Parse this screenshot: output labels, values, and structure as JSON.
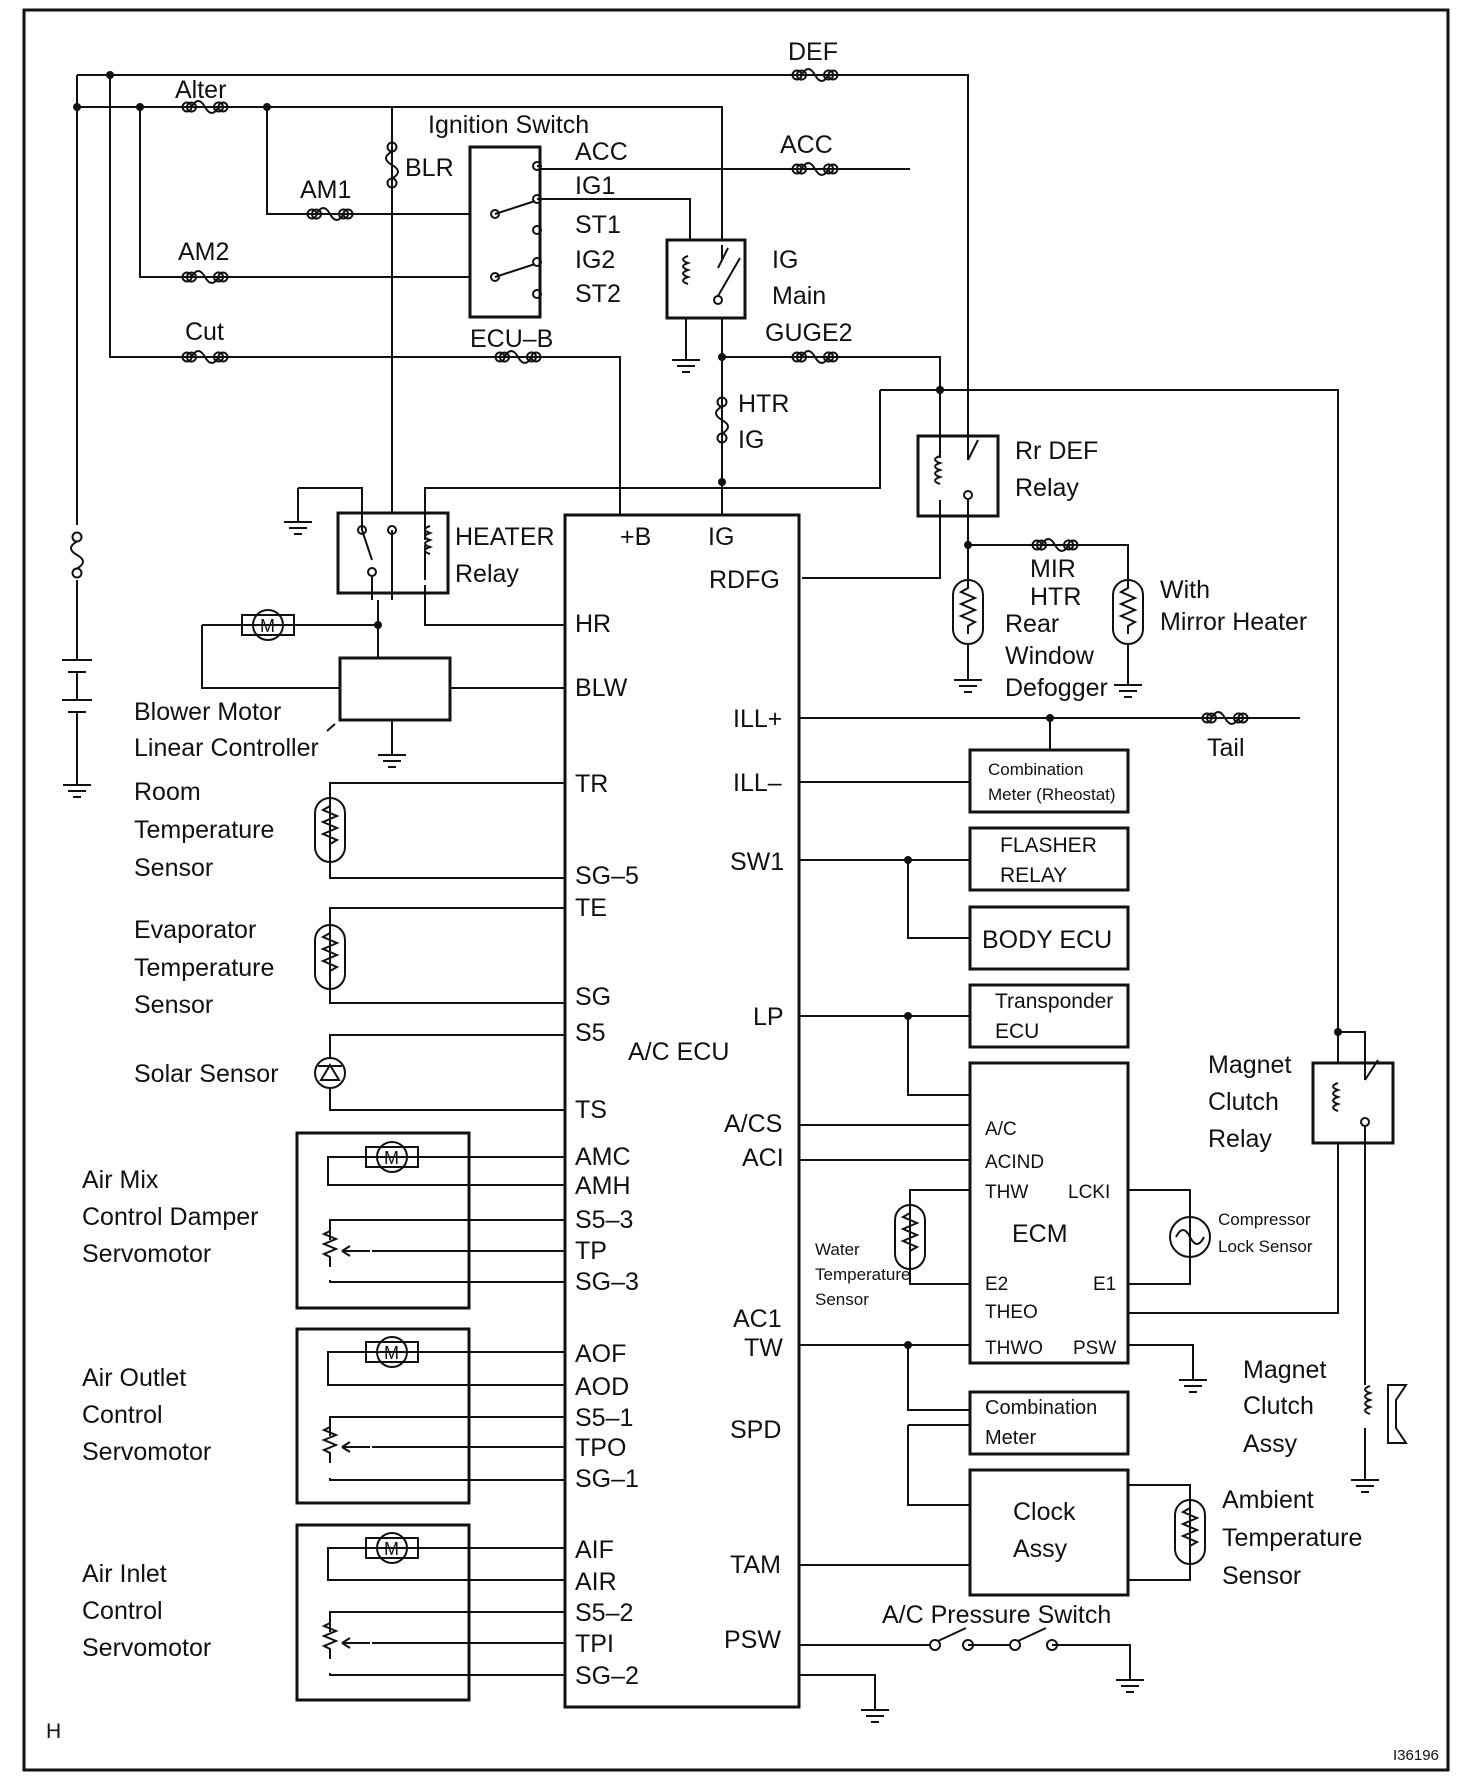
{
  "fuses": {
    "def": "DEF",
    "alter": "Alter",
    "blr": "BLR",
    "am1": "AM1",
    "am2": "AM2",
    "cut": "Cut",
    "acc": "ACC",
    "ecu_b": "ECU–B",
    "guge2": "GUGE2",
    "htr": "HTR",
    "ig": "IG",
    "tail": "Tail",
    "mir_htr": [
      "MIR",
      "HTR"
    ]
  },
  "ignition_switch": {
    "title": "Ignition Switch",
    "terminals": [
      "ACC",
      "IG1",
      "ST1",
      "IG2",
      "ST2"
    ]
  },
  "ig_main": [
    "IG",
    "Main"
  ],
  "rr_def_relay": [
    "Rr DEF",
    "Relay"
  ],
  "heater_relay": [
    "HEATER",
    "Relay"
  ],
  "rear_defogger": [
    "Rear",
    "Window",
    "Defogger"
  ],
  "mirror_heater": [
    "With",
    "Mirror Heater"
  ],
  "blower": [
    "Blower Motor",
    "Linear Controller"
  ],
  "room_sensor": [
    "Room",
    "Temperature",
    "Sensor"
  ],
  "evap_sensor": [
    "Evaporator",
    "Temperature",
    "Sensor"
  ],
  "solar_sensor": "Solar Sensor",
  "air_mix": [
    "Air Mix",
    "Control  Damper",
    "Servomotor"
  ],
  "air_outlet": [
    "Air Outlet",
    "Control",
    "Servomotor"
  ],
  "air_inlet": [
    "Air Inlet",
    "Control",
    "Servomotor"
  ],
  "ac_ecu": {
    "title": "A/C ECU",
    "left_pins": [
      "HR",
      "BLW",
      "TR",
      "SG–5",
      "TE",
      "SG",
      "S5",
      "TS",
      "AMC",
      "AMH",
      "S5–3",
      "TP",
      "SG–3",
      "AOF",
      "AOD",
      "S5–1",
      "TPO",
      "SG–1",
      "AIF",
      "AIR",
      "S5–2",
      "TPI",
      "SG–2"
    ],
    "top_pins": [
      "+B",
      "IG"
    ],
    "right_pins": [
      "RDFG",
      "ILL+",
      "ILL–",
      "SW1",
      "LP",
      "A/CS",
      "ACI",
      "AC1",
      "TW",
      "SPD",
      "TAM",
      "PSW"
    ]
  },
  "comb_meter_rheostat": [
    "Combination",
    "Meter (Rheostat)"
  ],
  "flasher_relay": [
    "FLASHER",
    "RELAY"
  ],
  "body_ecu": "BODY ECU",
  "transponder_ecu": [
    "Transponder",
    "ECU"
  ],
  "ecm": {
    "title": "ECM",
    "pins": [
      "A/C",
      "ACIND",
      "THW",
      "LCKI",
      "E2",
      "E1",
      "THEO",
      "THWO",
      "PSW"
    ]
  },
  "water_temp_sensor": [
    "Water",
    "Temperature",
    "Sensor"
  ],
  "compressor_lock_sensor": [
    "Compressor",
    "Lock Sensor"
  ],
  "magnet_clutch_relay": [
    "Magnet",
    "Clutch",
    "Relay"
  ],
  "magnet_clutch_assy": [
    "Magnet",
    "Clutch",
    "Assy"
  ],
  "combination_meter": [
    "Combination",
    "Meter"
  ],
  "clock_assy": [
    "Clock",
    "Assy"
  ],
  "ambient_sensor": [
    "Ambient",
    "Temperature",
    "Sensor"
  ],
  "ac_pressure_switch": "A/C Pressure Switch",
  "corner_label": "H",
  "figure_id": "I36196"
}
